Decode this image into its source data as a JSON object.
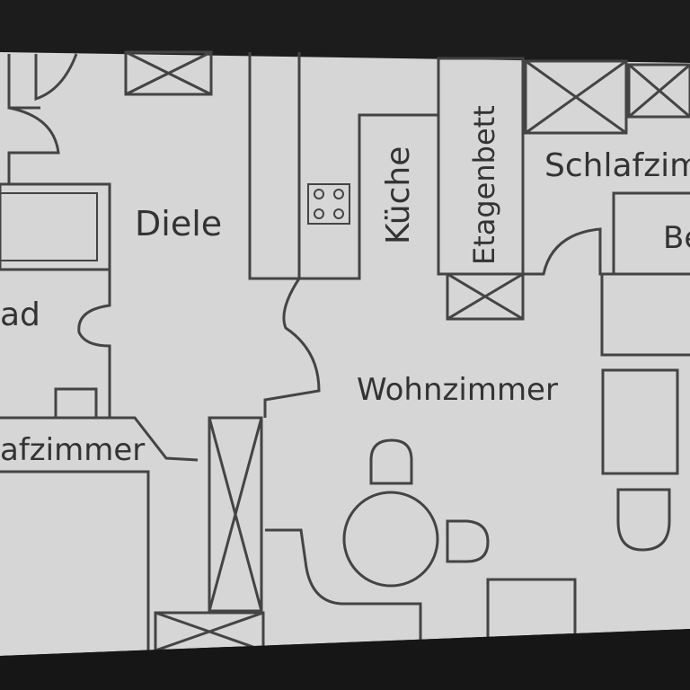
{
  "plan": {
    "rooms": {
      "diele": "Diele",
      "kueche": "Küche",
      "etagenbett": "Etagenbett",
      "schlafzimmer_right": "Schlafzim",
      "bed_right": "Be",
      "bad": "ad",
      "wohnzimmer": "Wohnzimmer",
      "schlafzimmer_left": "afzimmer"
    }
  },
  "colors": {
    "background": "#1c1c1c",
    "paper": "#d9d9d9",
    "line": "#444444",
    "text": "#333333"
  }
}
